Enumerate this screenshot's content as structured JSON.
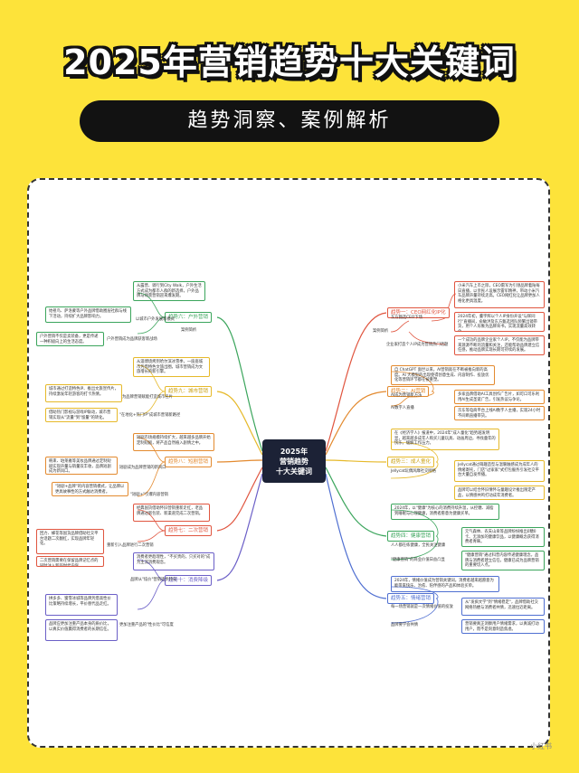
{
  "header": {
    "title": "2025年营销趋势十大关键词",
    "subtitle": "趋势洞察、案例解析"
  },
  "mindmap": {
    "center": "2025年\n营销趋势\n十大关键词",
    "trends": {
      "t1": "趋势一：CEO网红化IP化",
      "t2": "趋势二：AI营销",
      "t3": "趋势三：成人童化",
      "t4": "趋势四：健康营销",
      "t5": "趋势五：情绪营销",
      "t6": "趋势六：户外营销",
      "t7": "趋势九：城市营销",
      "t8": "趋势八：短剧营销",
      "t9": "趋势七：二次营销",
      "t10": "趋势十：消费降级"
    },
    "labels": {
      "case": "案例简析",
      "t1_a": "东方甄选CEO下场",
      "t1_b": "企业家打造个人IP成为营销热门话题",
      "t2_a": "AI成为营销新方法",
      "t2_b": "AI数字人直播",
      "t3_a": "Jellycat玩偶风靡社交网络",
      "t4_a": "人人都在练健康，全民关注健康",
      "t4_b": "\"健康营销\"的商业价值日益凸显",
      "t5_a": "每一场营销就是一次情绪价值的投放",
      "t5_b": "品牌要学会共情",
      "t6_a": "以城市户外发展新模式",
      "t6_b": "户外营销成为品牌获客新战场",
      "t7_a": "为品牌营销赋能打造城市名片",
      "t7_b": "\"在地化+热门IP\"成城市营销新路径",
      "t8_a": "短剧成为品牌营销的新风口",
      "t8_b": "\"短剧+\"引爆内容营销",
      "t9_a": "重新引入品牌进行二次营销",
      "t10_a": "品牌从\"炫价\"营销逐步转向",
      "t10_b": "更加注重产品的\"性价比\"可信度"
    },
    "boxes": {
      "t1_1": "小米汽车上市之际，CEO雷军为引领品牌着陆每日直播，以亲民人设展示雷军精神，带动小米汽车品牌声量持续走高。CEO网红化让品牌更加人格化更具温度。",
      "t1_2": "2024年初，董宇辉以个人IP身份开设\"与辉同行\"直播间，俞敏洪及东方甄选团队频繁出镜带货，用个人形象为品牌背书，实现流量高效转化。",
      "t1_3": "一个成功的品牌企业家个人IP，不仅能为品牌带来源源不断的流量和关注，还能帮助品牌建立信任感，推动品牌实现长期可持续的发展。",
      "t2_1": "自 ChatGPT 面世以来，AI营销就在不断被推向新的高度。AI 大模型的出现使得创意生成、内容制作、投放优化等营销环节都在被重塑。",
      "t2_2": "多家品牌借助AI工具创作广告片，如可口可乐利用AI生成圣诞广告，引发热议与争论。",
      "t2_3": "京东等电商平台上线AI数字人主播，实现24小时不间断直播带货。",
      "t3_1": "在《经济学人》报道中，2024年\"成人童化\"趋势越发明显，越来越多成年人购买儿童玩具、动画周边，寻找童年的快乐，缓解工作压力。",
      "t3_2": "Jellycat通过萌趣造型与温暖触感成为成年人的情绪寄托，门店\"过家家\"式打包服务引发社交平台大量自发传播。",
      "t3_3": "品牌可以结合怀旧情怀与童趣设计推出限定产品，以情感共鸣打动成年消费者。",
      "t4_1": "2024年，以\"健康\"为核心的消费持续升温，从控糖、减脂到睡眠与心理健康，消费者愿意为健康买单。",
      "t4_2": "元气森林、农夫山泉等品牌纷纷推出0糖0卡、无添加的健康饮品，以健康概念获得消费者青睐。",
      "t4_3": "\"健康营销\"通过科普内容传递健康理念，品牌与消费者建立信任，健康已成为品牌营销的重要切入点。",
      "t5_1": "2024年，情绪价值成为营销关键词。消费者越来越愿意为能带来快乐、治愈、陪伴感的产品和体验买单。",
      "t5_2": "从\"发疯文学\"到\"情绪稳定\"，品牌借助社交网络热梗与消费者共情，迅速拉近距离。",
      "t5_3": "营销要真正洞察用户情绪需求，以真诚打动用户，而不是刻意制造焦虑。",
      "t6_1": "从露营、骑行到City Walk，户外生活方式成为都市人群的新选择，户外品牌与场景营销迎来爆发期。",
      "t6_2": "始祖鸟、萨洛蒙等户外品牌借助圈层社群与线下活动，持续扩大品牌影响力。",
      "t6_3": "户外营销不仅是卖装备，更是传递一种积极向上的生活态度。",
      "t7_1": "从淄博烧烤到哈尔滨冰雪季，一座座城市凭借特色文旅出圈，城市营销成为文旅增长的新引擎。",
      "t7_2": "城市通过打造特色IP、推出文旅宣传片，持续激发年轻游客的打卡热情。",
      "t7_3": "借助热门影视与游戏IP联动，城市营销实现从\"流量\"到\"留量\"的转化。",
      "t8_1": "短剧市场规模持续扩大，越来越多品牌开始定制短剧，将产品自然植入剧情之中。",
      "t8_2": "韩束、珀莱雅等美妆品牌通过定制短剧实现声量与销量双丰收，品牌短剧成为新风口。",
      "t8_3": "\"短剧+品牌\"的内容营销模式，让品牌以更具故事性的方式触达消费者。",
      "t9_1": "经典国货借助怀旧营销重新走红，老品牌通过新包装、新渠道完成二次营销。",
      "t9_2": "回力、蜂花等国货品牌借助社交平台话题二次翻红，实现品牌年轻化。",
      "t9_3": "二次营销需要在保留品牌记忆点的同时注入新的时代内容。",
      "t10_1": "消费者更趋理性，\"不买贵的，只买对的\"成为主流消费观念。",
      "t10_2": "拼多多、蜜雪冰城等品牌凭借高性价比策略持续增长，平价替代品走红。",
      "t10_3": "品牌应更加注重产品本身的质价比，以真实价值赢得消费者的长期信任。"
    }
  },
  "colors": {
    "t1": "#e0553f",
    "t2": "#e38a2f",
    "t3": "#e6b92a",
    "t4": "#3ba55c",
    "t5": "#4f6fd1",
    "t6": "#3ba55c",
    "t7": "#e6b92a",
    "t8": "#e38a2f",
    "t9": "#e0553f",
    "t10": "#6b5fc7"
  },
  "watermark": "小红书"
}
